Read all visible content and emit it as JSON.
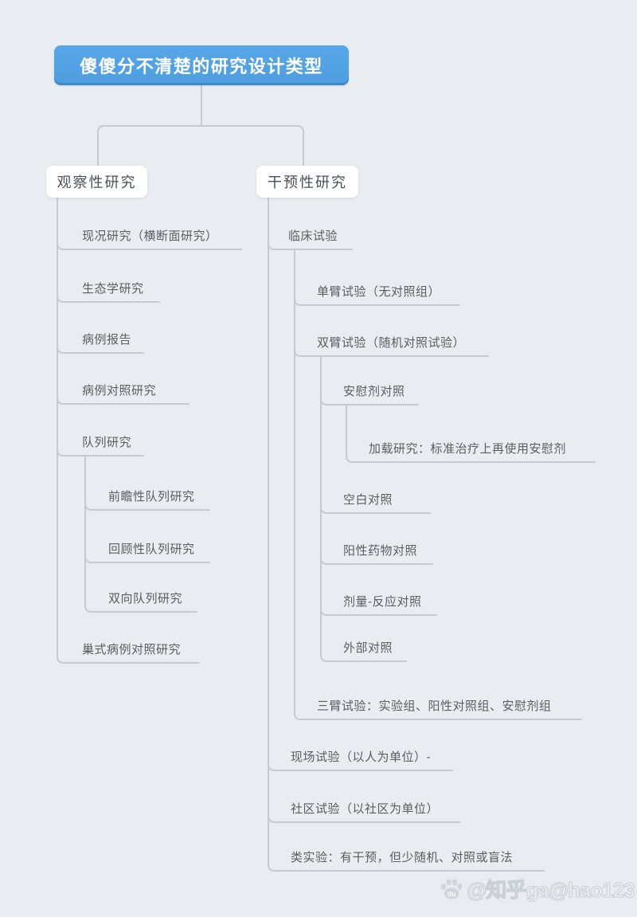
{
  "title": {
    "label": "傻傻分不清楚的研究设计类型"
  },
  "branches": [
    {
      "label": "观察性研究"
    },
    {
      "label": "干预性研究"
    }
  ],
  "nodes": [
    {
      "label": "现况研究（横断面研究）"
    },
    {
      "label": "生态学研究"
    },
    {
      "label": "病例报告"
    },
    {
      "label": "病例对照研究"
    },
    {
      "label": "队列研究"
    },
    {
      "label": "前瞻性队列研究"
    },
    {
      "label": "回顾性队列研究"
    },
    {
      "label": "双向队列研究"
    },
    {
      "label": "巢式病例对照研究"
    },
    {
      "label": "临床试验"
    },
    {
      "label": "单臂试验（无对照组）"
    },
    {
      "label": "双臂试验（随机对照试验）"
    },
    {
      "label": "安慰剂对照"
    },
    {
      "label": "加载研究：标准治疗上再使用安慰剂"
    },
    {
      "label": "空白对照"
    },
    {
      "label": "阳性药物对照"
    },
    {
      "label": "剂量-反应对照"
    },
    {
      "label": "外部对照"
    },
    {
      "label": "三臂试验：实验组、阳性对照组、安慰剂组"
    },
    {
      "label": "现场试验（以人为单位）-"
    },
    {
      "label": "社区试验（以社区为单位）"
    },
    {
      "label": "类实验：有干预，但少随机、对照或盲法"
    }
  ],
  "watermark": {
    "icon": "baidu-paw-icon",
    "text": "@知乎ga@hao123"
  },
  "colors": {
    "background": "#e9edf1",
    "root_fill": "#52a2e5",
    "root_text": "#ffffff",
    "branch_fill": "#ffffff",
    "line": "#c6cbd1",
    "node_text": "#595e64"
  }
}
